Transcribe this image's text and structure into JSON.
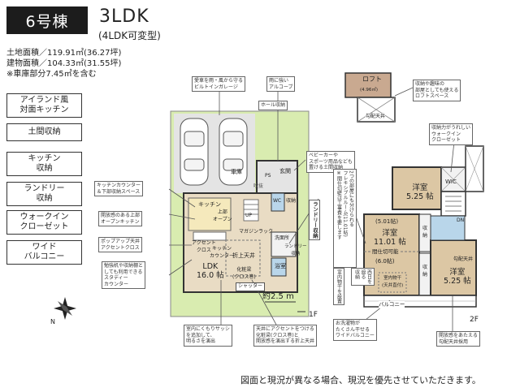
{
  "header": {
    "building_label": "6号棟",
    "layout_type": "3LDK",
    "layout_alt": "(4LDK可変型)",
    "land_area": "土地面積／119.91㎡(36.27坪)",
    "building_area": "建物面積／104.33㎡(31.55坪)",
    "garage_note": "※車庫部分7.45㎡を含む"
  },
  "features": [
    "アイランド風\n対面キッチン",
    "土間収納",
    "キッチン\n収納",
    "ランドリー\n収納",
    "ウォークイン\nクローゼット",
    "ワイド\nバルコニー"
  ],
  "floor1": {
    "floor_label": "1F",
    "garage": "車庫",
    "ps": "PS",
    "entrance": "玄関",
    "wc": "WC",
    "storage1": "収納",
    "kitchen": "キッチン",
    "ldk_name": "LDK",
    "ldk_size": "16.0 帖",
    "accent_cloth": "アクセント\nクロス",
    "kitchen_counter": "キッチン\nカウンター",
    "skylight": "吹抜",
    "bath": "浴室",
    "wash": "洗面所",
    "laundry_storage": "ランドリー\n収納",
    "raised_ceiling": "折上天井",
    "makeup_wall": "化粧梁\n(クロス巻)",
    "shutter": "シャッター",
    "magazine_rack": "マガジンラック",
    "upper_oven": "上部\nオープン",
    "up": "UP",
    "dimension": "約2.5 m"
  },
  "floor2": {
    "floor_label": "2F",
    "loft": "ロフト",
    "loft_size": "(4.96㎡)",
    "sloped_ceiling": "勾配天井",
    "room_w1_name": "洋室",
    "room_w1_size": "5.25 帖",
    "wic": "WIC",
    "dn": "DN",
    "room_main_a": "(5.01帖)",
    "room_main_name": "洋室",
    "room_main_size": "11.01 帖",
    "room_main_b": "間仕切可能",
    "room_main_c": "(6.0帖)",
    "storage_a": "収納",
    "storage_b": "収納",
    "indoor_dry": "室内物干\n(天井直付)",
    "room_w3_name": "洋室",
    "room_w3_size": "5.25 帖",
    "sloped_ceiling2": "勾配天井",
    "balcony": "バルコニー"
  },
  "callouts": {
    "garage_note": "愛車を雨・風から守る\nビルトインガレージ",
    "alcove": "雨に強い\nアルコーブ",
    "hall_storage": "ホール収納",
    "stroller": "ベビーカーや\nスポーツ用品なども\n置ける土間収納",
    "laundry_label": "ランドリー収納",
    "kitchen_counter": "キッチンカウンター\n＆下部収納スペース",
    "open_kitchen": "開放感のある上部\nオープンキッチン",
    "popup_window": "ポップアップ天井\nアクセントクロス",
    "study_counter": "勉強机や収納棚と\nしても利用できる\nスタディー\nカウンター",
    "loft_note": "収納や趣味の\n部屋としても使える\nロフトスペース",
    "walkin_note": "収納力がうれしい\nウォークイン\nクローゼット",
    "flex_room": "2つの部屋にも分けられる\nフレキシブルルーム(11.01帖)\n※間仕切壁は工事費を要します",
    "sun_room": "室内物干を設置",
    "sunlight": "西日を\n遮る\n収納",
    "wide_balcony": "お洗濯物が\nたくさん干せる\nワイドバルコニー",
    "sloped_note": "開放感をあたえる\n勾配天井採用",
    "west_window": "室内にくもりサッシ\nを追加して、\n明るさを演出",
    "ceiling_accent": "天井にアクセントをつける\n化粧梁(クロス巻)と\n開放感を演出する折上天井"
  },
  "compass_label": "N",
  "footer": "図面と現況が異なる場合、現況を優先させていただきます。",
  "colors": {
    "site_green": "#d9ecb0",
    "wood_floor": "#e9dcc4",
    "tile_floor": "#e4e4e4",
    "room_carpet": "#dcc7a4",
    "loft": "#c9a990",
    "badge": "#1c1c1c",
    "wet_area": "#b9d6ea"
  }
}
